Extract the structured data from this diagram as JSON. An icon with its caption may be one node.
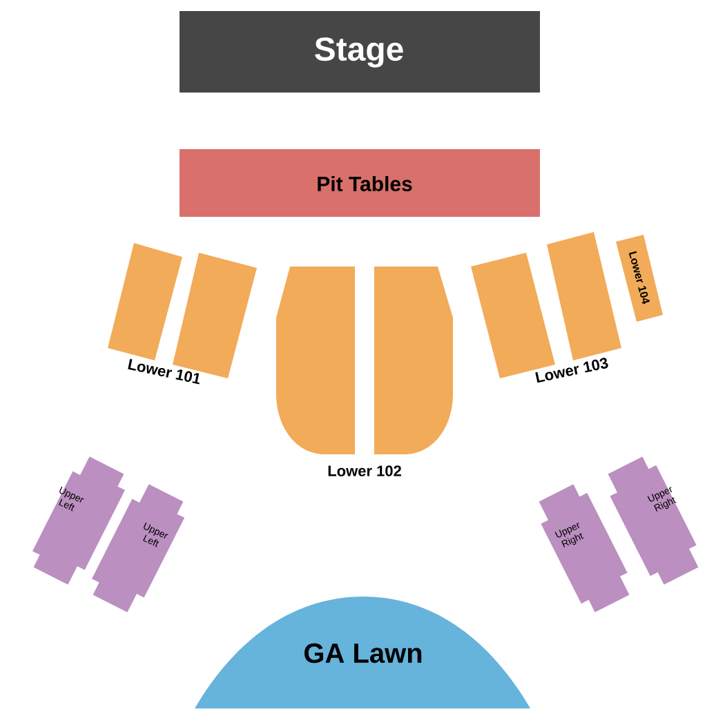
{
  "diagram": {
    "nodes": [
      {
        "text": [
          "Stage"
        ]
      },
      {
        "text": [
          "Pit Tables"
        ]
      },
      {
        "text": [],
        "shape": "box"
      },
      {
        "text": [],
        "shape": "box"
      },
      {
        "text": [],
        "shape": "box"
      },
      {
        "text": [],
        "shape": "box"
      },
      {
        "text": [],
        "shape": "box"
      },
      {
        "text": [],
        "shape": "box"
      },
      {
        "text": [
          "Lower 104"
        ]
      },
      {
        "text": [
          "Upper Left"
        ]
      },
      {
        "text": [
          "Upper Left"
        ]
      },
      {
        "text": [
          "Upper Right"
        ]
      },
      {
        "text": [
          "Upper Right"
        ]
      },
      {
        "text": [
          "GA Lawn"
        ]
      }
    ],
    "labels": [
      "Lower 101",
      "Lower 103",
      "Lower 102"
    ]
  }
}
